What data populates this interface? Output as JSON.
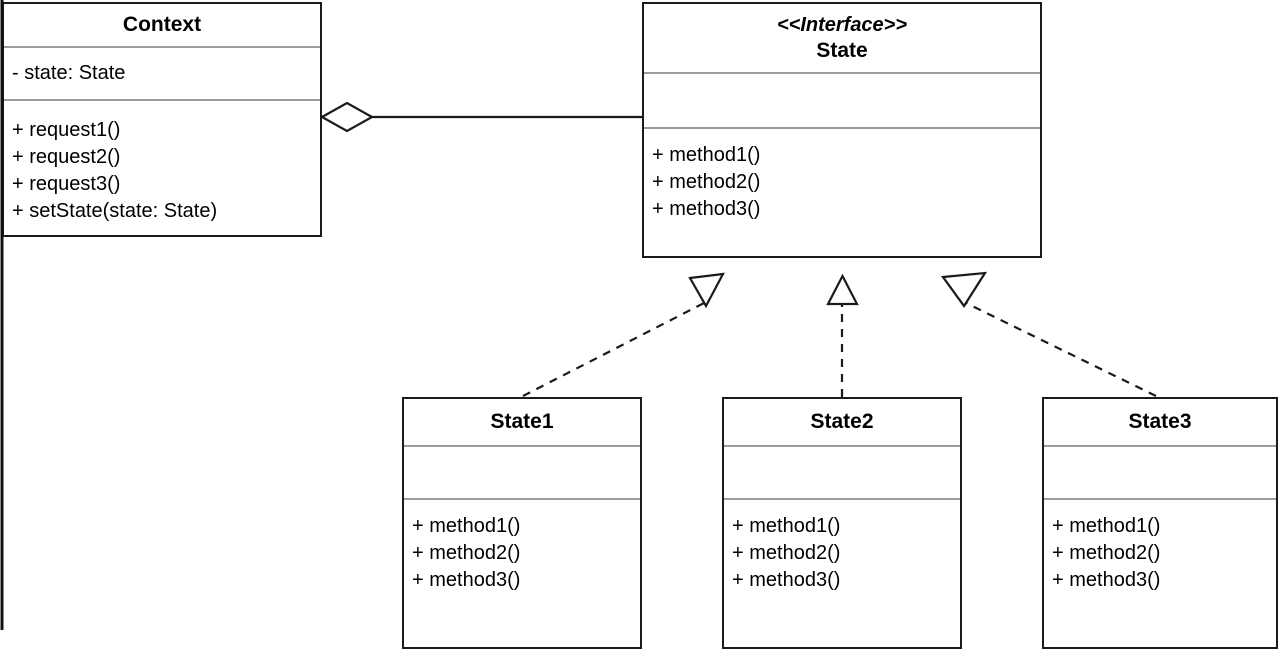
{
  "diagram": {
    "kind": "uml-class-diagram",
    "colors": {
      "box_border": "#1a1a1a",
      "compartment_divider": "#9b9b9b",
      "shape_fill": "#ffffff",
      "text": "#000000",
      "connector": "#1a1a1a"
    },
    "classes": {
      "context": {
        "title": "Context",
        "attributes": [
          "- state: State"
        ],
        "methods": [
          "+ request1()",
          "+ request2()",
          "+ request3()",
          "+ setState(state: State)"
        ]
      },
      "state": {
        "stereotype": "<<Interface>>",
        "title": "State",
        "attributes": [],
        "methods": [
          "+ method1()",
          "+ method2()",
          "+ method3()"
        ]
      },
      "state1": {
        "title": "State1",
        "attributes": [],
        "methods": [
          "+ method1()",
          "+ method2()",
          "+ method3()"
        ]
      },
      "state2": {
        "title": "State2",
        "attributes": [],
        "methods": [
          "+ method1()",
          "+ method2()",
          "+ method3()"
        ]
      },
      "state3": {
        "title": "State3",
        "attributes": [],
        "methods": [
          "+ method1()",
          "+ method2()",
          "+ method3()"
        ]
      }
    },
    "relationships": [
      {
        "type": "aggregation",
        "from": "Context",
        "to": "State",
        "line": "solid",
        "marker": "hollow-diamond-at-context"
      },
      {
        "type": "realization",
        "from": "State1",
        "to": "State",
        "line": "dashed",
        "marker": "hollow-triangle-at-state"
      },
      {
        "type": "realization",
        "from": "State2",
        "to": "State",
        "line": "dashed",
        "marker": "hollow-triangle-at-state"
      },
      {
        "type": "realization",
        "from": "State3",
        "to": "State",
        "line": "dashed",
        "marker": "hollow-triangle-at-state"
      }
    ]
  }
}
